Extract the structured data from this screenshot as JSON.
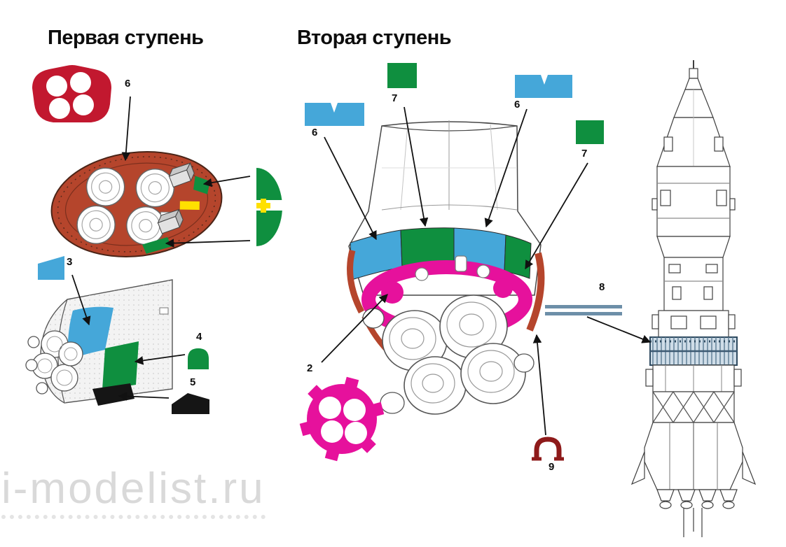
{
  "titles": {
    "first_stage": "Первая ступень",
    "second_stage": "Вторая ступень"
  },
  "watermark": "i-modelist.ru",
  "callouts": {
    "fs_6": {
      "num": "6",
      "part_color": "#c2182f"
    },
    "fs_3": {
      "num": "3",
      "part_color": "#45a7d9"
    },
    "fs_4": {
      "num": "4",
      "part_color": "#0f8f3f"
    },
    "fs_5": {
      "num": "5",
      "part_color": "#151515"
    },
    "ss_6_left": {
      "num": "6",
      "part_color": "#45a7d9"
    },
    "ss_7_left": {
      "num": "7",
      "part_color": "#0f8f3f"
    },
    "ss_6_right": {
      "num": "6",
      "part_color": "#45a7d9"
    },
    "ss_7_right": {
      "num": "7",
      "part_color": "#0f8f3f"
    },
    "ss_2": {
      "num": "2",
      "part_color": "#e6119c"
    },
    "ss_9": {
      "num": "9",
      "part_color": "#8e1a1a"
    },
    "rocket_8": {
      "num": "8",
      "part_color": "#6d8fa8"
    }
  },
  "palette": {
    "part_red": "#c2182f",
    "base_terracotta": "#b5452c",
    "part_blue": "#45a7d9",
    "part_green": "#0f8f3f",
    "part_pink": "#e6119c",
    "part_yellow": "#ffe000",
    "part_maroon": "#8e1a1a",
    "part_black": "#151515",
    "part_steel_blue": "#6d8fa8",
    "line_color": "#1a1a1a",
    "watermark_gray": "#d9d9d9"
  }
}
